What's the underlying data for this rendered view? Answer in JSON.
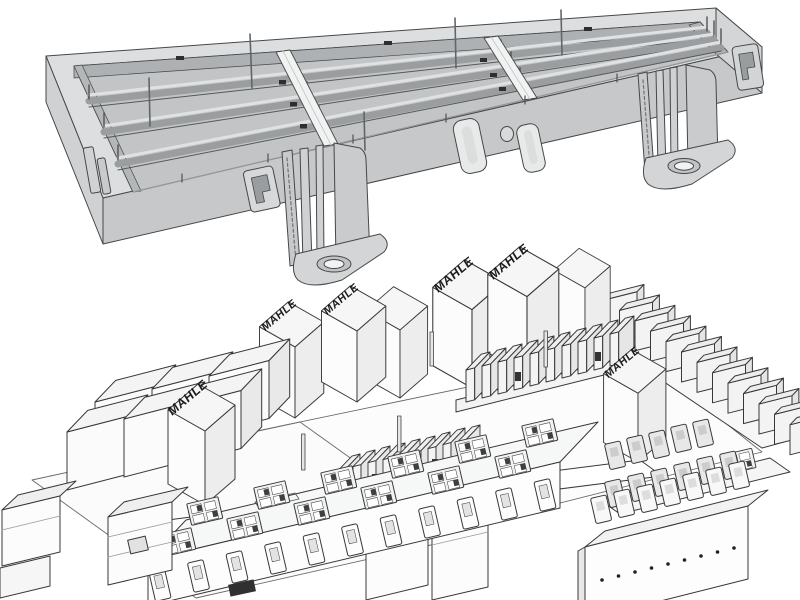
{
  "illustration": {
    "kind": "technical-illustration",
    "subject": "Automotive fuse and relay box: empty grey mounting tray above, populated relay and fuse assembly below",
    "brand": "MAHLE",
    "mahle_label_count": 6,
    "background": "#ffffff",
    "colors": {
      "outline": "#3a3a3a",
      "tray_top": "#dcdedf",
      "tray_front": "#c6c8c9",
      "tray_side": "#cfd1d2",
      "tray_floor": "#c2c4c5",
      "tray_wall": "#9b9ea0",
      "rail_white": "#f1f2f2",
      "part_white": "#fbfbfb",
      "part_shade": "#ececec",
      "accent_dark": "#2f2f2f"
    }
  }
}
